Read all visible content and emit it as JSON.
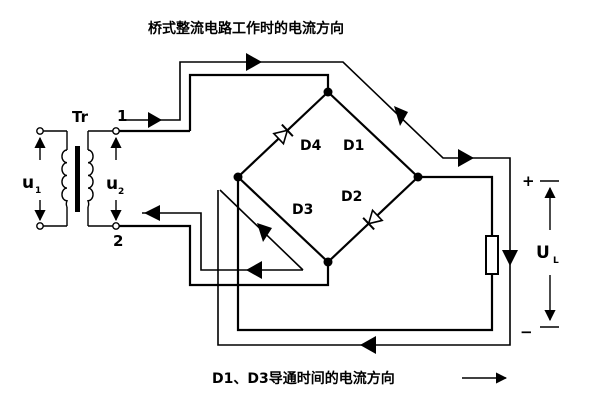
{
  "diagram": {
    "title_top": "桥式整流电路工作时的电流方向",
    "caption_bottom": "D1、D3导通时间的电流方向",
    "labels": {
      "transformer": "Tr",
      "terminal_1": "1",
      "terminal_2": "2",
      "u1_main": "u",
      "u1_sub": "1",
      "u2_main": "u",
      "u2_sub": "2",
      "ul_main": "U",
      "ul_sub": "L",
      "plus": "+",
      "minus": "−",
      "diode_d1": "D1",
      "diode_d2": "D2",
      "diode_d3": "D3",
      "diode_d4": "D4"
    }
  }
}
